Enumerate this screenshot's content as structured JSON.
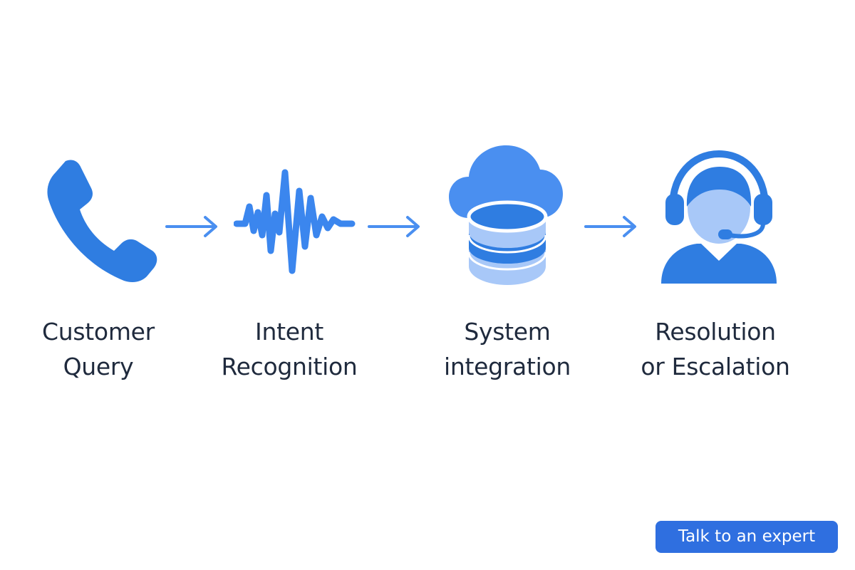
{
  "colors": {
    "primary": "#2f7de1",
    "primary_light": "#a8c8f8",
    "cloud": "#4a8ff0",
    "text": "#1f2a3d",
    "button": "#2f6fe0",
    "button_text": "#ffffff"
  },
  "steps": [
    {
      "icon": "phone-icon",
      "label_lines": [
        "Customer",
        "Query"
      ]
    },
    {
      "icon": "sound-wave-icon",
      "label_lines": [
        "Intent",
        "Recognition"
      ]
    },
    {
      "icon": "cloud-database-icon",
      "label_lines": [
        "System",
        "integration"
      ]
    },
    {
      "icon": "support-agent-icon",
      "label_lines": [
        "Resolution",
        "or Escalation"
      ]
    }
  ],
  "arrows": [
    "arrow-right-icon",
    "arrow-right-icon",
    "arrow-right-icon"
  ],
  "cta": {
    "label": "Talk to an expert"
  }
}
